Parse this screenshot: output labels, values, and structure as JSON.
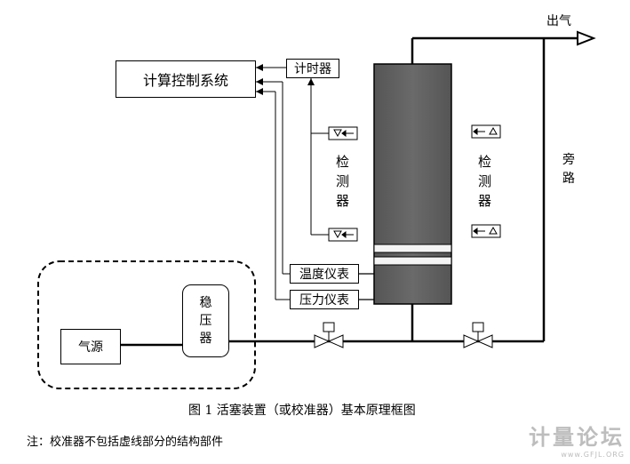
{
  "labels": {
    "outlet": "出气",
    "computer": "计算控制系统",
    "timer": "计时器",
    "bypass": "旁路",
    "detector": "检测器",
    "temperature": "温度仪表",
    "pressure": "压力仪表",
    "gas_source": "气源",
    "regulator": "稳压器"
  },
  "caption": "图 1 活塞装置（或校准器）基本原理框图",
  "note": "注：校准器不包括虚线部分的结构部件",
  "watermark": {
    "title": "计量论坛",
    "url": "www.GFJL.ORG"
  }
}
